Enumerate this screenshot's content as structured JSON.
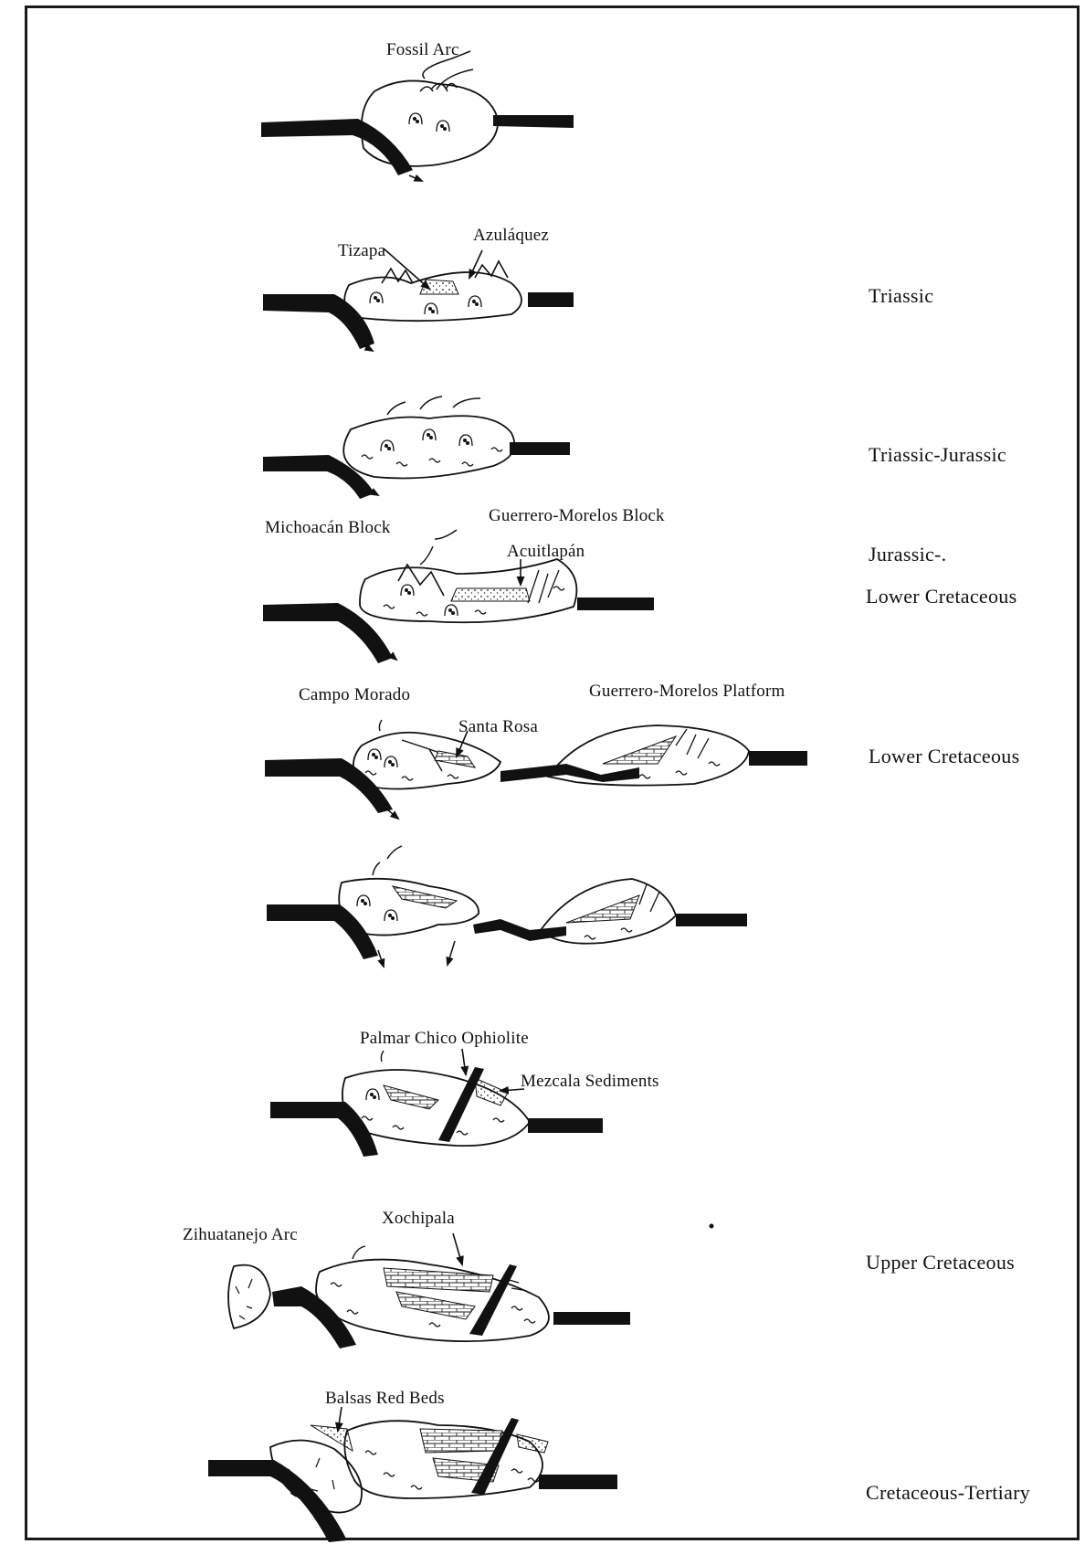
{
  "figure": {
    "panels": [
      {
        "labels": [
          "Fossil Arc"
        ],
        "age": ""
      },
      {
        "labels": [
          "Tizapa",
          "Azuláquez"
        ],
        "age": "Triassic"
      },
      {
        "labels": [],
        "age": "Triassic-Jurassic"
      },
      {
        "labels": [
          "Michoacán Block",
          "Guerrero-Morelos Block",
          "Acuitlapán"
        ],
        "age_line1": "Jurassic-.",
        "age_line2": "Lower Cretaceous"
      },
      {
        "labels": [
          "Campo Morado",
          "Guerrero-Morelos Platform",
          "Santa Rosa"
        ],
        "age": "Lower Cretaceous"
      },
      {
        "labels": [],
        "age": ""
      },
      {
        "labels": [
          "Palmar Chico Ophiolite",
          "Mezcala Sediments"
        ],
        "age": ""
      },
      {
        "labels": [
          "Zihuatanejo Arc",
          "Xochipala"
        ],
        "age": "Upper Cretaceous"
      },
      {
        "labels": [
          "Balsas Red Beds"
        ],
        "age": "Cretaceous-Tertiary"
      }
    ]
  }
}
